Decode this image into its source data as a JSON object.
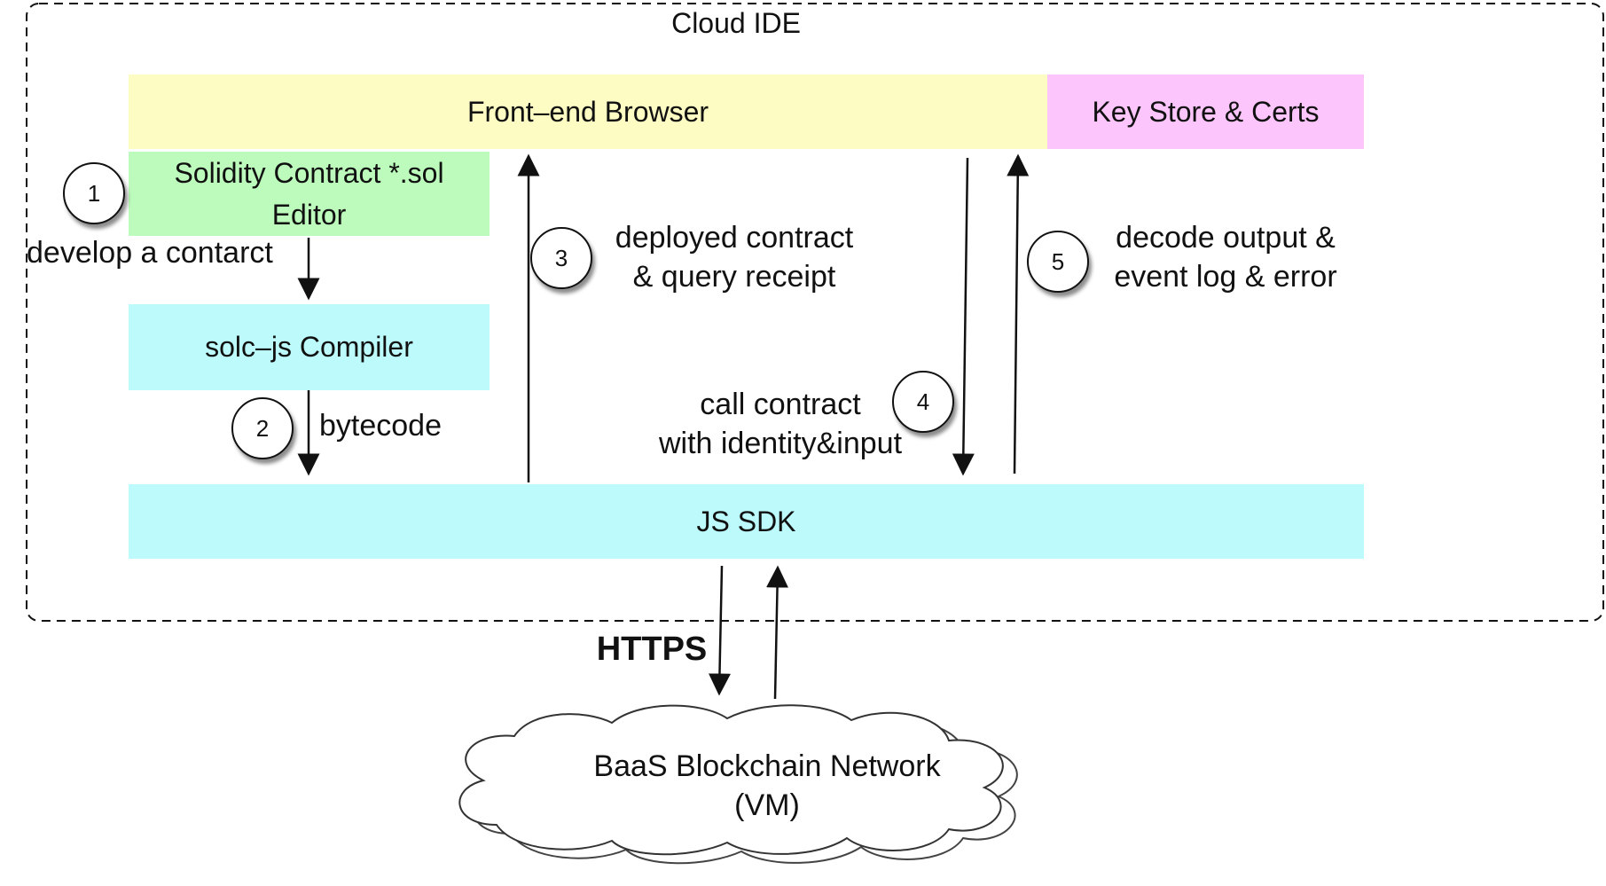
{
  "container": {
    "title": "Cloud IDE"
  },
  "boxes": {
    "frontend": {
      "label": "Front–end Browser",
      "color": "#fdfcc2"
    },
    "keystore": {
      "label": "Key Store & Certs",
      "color": "#fcc5fb"
    },
    "editor": {
      "line1": "Solidity Contract *.sol",
      "line2": "Editor",
      "color": "#bcfbbc"
    },
    "compiler": {
      "label": "solc–js Compiler",
      "color": "#bdfafb"
    },
    "sdk": {
      "label": "JS SDK",
      "color": "#bdfafb"
    }
  },
  "steps": [
    {
      "num": "1",
      "line1": "develop a contarct"
    },
    {
      "num": "2",
      "line1": "bytecode"
    },
    {
      "num": "3",
      "line1": "deployed contract",
      "line2": "& query receipt"
    },
    {
      "num": "4",
      "line1": "call contract",
      "line2": "with identity&input"
    },
    {
      "num": "5",
      "line1": "decode output &",
      "line2": "event log & error"
    }
  ],
  "link": {
    "protocol": "HTTPS"
  },
  "network": {
    "line1": "BaaS Blockchain Network",
    "line2": "(VM)"
  }
}
